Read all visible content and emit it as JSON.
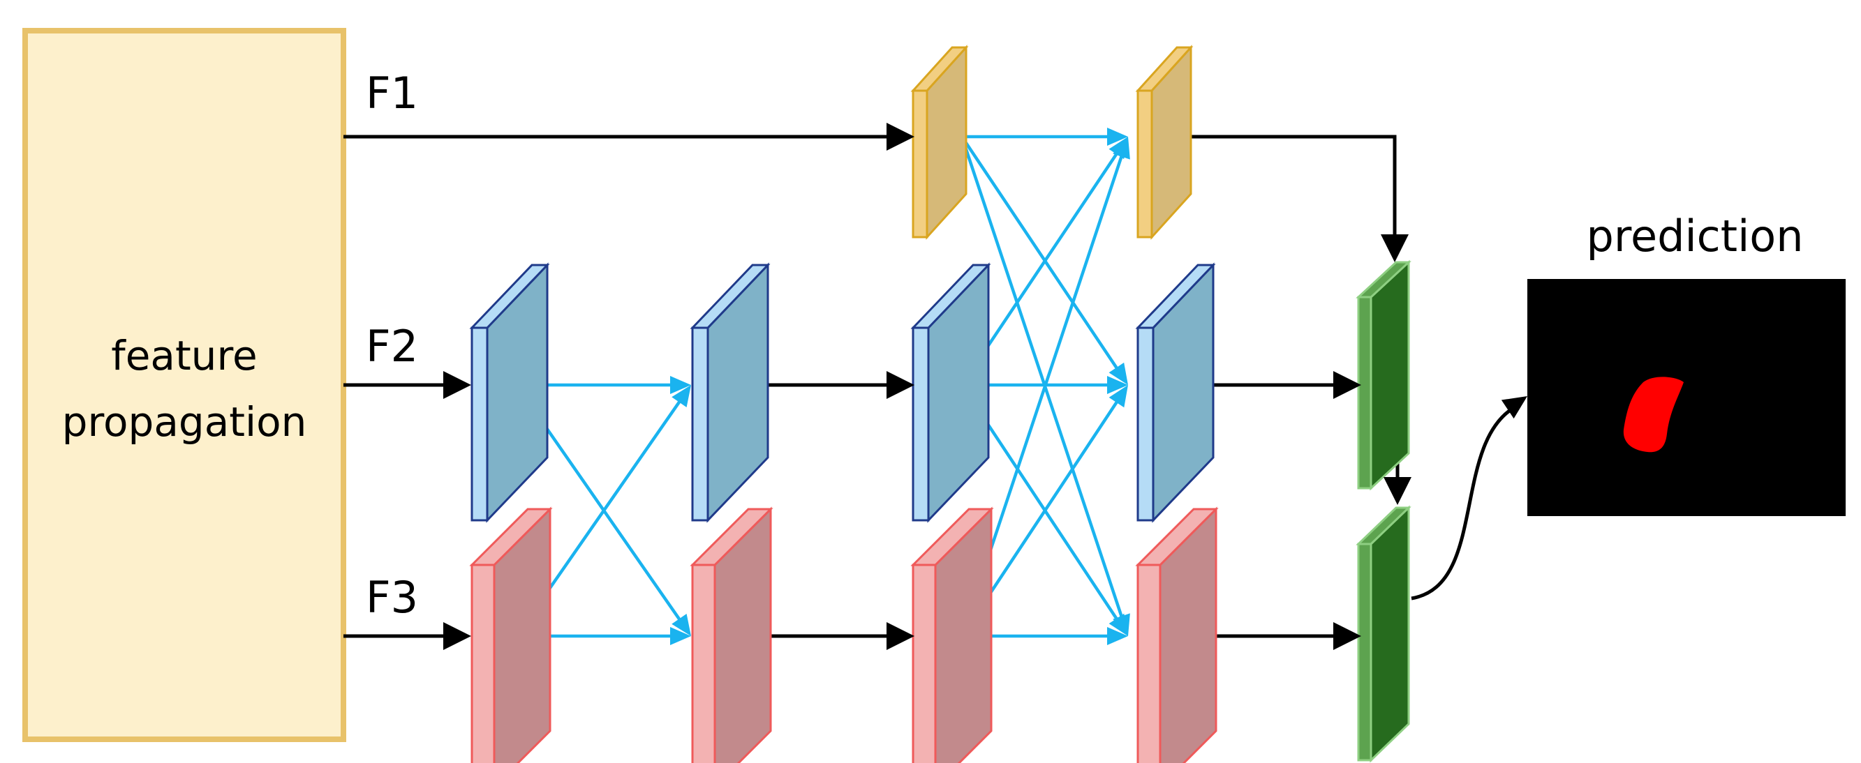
{
  "diagram": {
    "feature_box": {
      "label_line1": "feature",
      "label_line2": "propagation",
      "fill": "#fdf0cc",
      "stroke": "#e8c26a"
    },
    "rows": [
      {
        "label": "F1",
        "face": "#d6b978",
        "side": "#f2cf82",
        "stroke": "#d9a520"
      },
      {
        "label": "F2",
        "face": "#7fb2c8",
        "side": "#b5dcf6",
        "stroke": "#1f3a8a"
      },
      {
        "label": "F3",
        "face": "#c28a8c",
        "side": "#f3b2b2",
        "stroke": "#ef5a5a"
      }
    ],
    "fusion": {
      "face": "#266b1e",
      "side": "#5da34f",
      "stroke": "#8ecf82"
    },
    "prediction": {
      "label": "prediction",
      "background": "#000000",
      "mask_color": "#ff0000"
    },
    "colors": {
      "black_arrow": "#000000",
      "cross_arrow": "#1ab3ef"
    }
  }
}
